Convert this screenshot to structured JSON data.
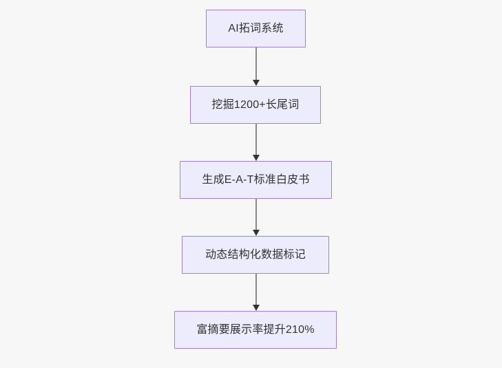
{
  "diagram": {
    "type": "flowchart",
    "direction": "top-to-bottom",
    "background_color": "#f7f7f7",
    "node_fill_color": "#ececfc",
    "node_border_color": "#9f7fdb",
    "text_color": "#333333",
    "edge_color": "#888888",
    "arrowhead_color": "#333333",
    "nodes": [
      {
        "id": "n1",
        "label": "AI拓词系统"
      },
      {
        "id": "n2",
        "label": "挖掘1200+长尾词"
      },
      {
        "id": "n3",
        "label": "生成E-A-T标准白皮书"
      },
      {
        "id": "n4",
        "label": "动态结构化数据标记"
      },
      {
        "id": "n5",
        "label": "富摘要展示率提升210%"
      }
    ],
    "edges": [
      {
        "from": "n1",
        "to": "n2",
        "label": ""
      },
      {
        "from": "n2",
        "to": "n3",
        "label": ""
      },
      {
        "from": "n3",
        "to": "n4",
        "label": ""
      },
      {
        "from": "n4",
        "to": "n5",
        "label": ""
      }
    ]
  }
}
